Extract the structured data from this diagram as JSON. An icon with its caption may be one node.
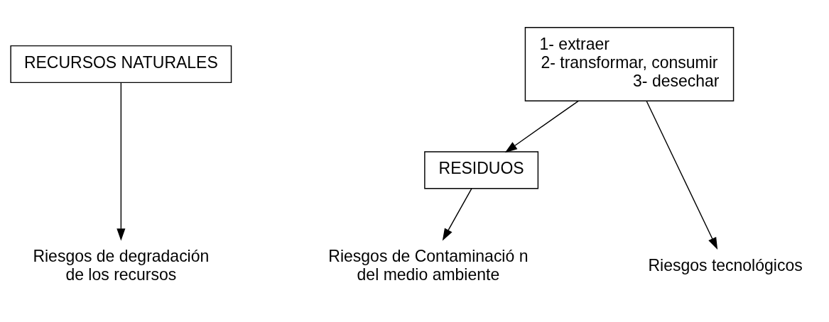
{
  "diagram": {
    "nodes": [
      {
        "text": [
          "RECURSOS NATURALES"
        ]
      },
      {
        "text": [
          "1- extraer",
          "2- transformar, consumir",
          "3- desechar"
        ]
      },
      {
        "text": [
          "RESIDUOS"
        ]
      },
      {
        "text": [
          "Riesgos de degradación de los recursos"
        ]
      },
      {
        "text": [
          "Riesgos tecnológicos"
        ]
      },
      {
        "text": [
          "Riesgos de Contaminació n del medio ambiente"
        ]
      }
    ],
    "edges": [
      {
        "from": 0,
        "to": 3,
        "arrow": "to"
      },
      {
        "from": 1,
        "to": 4,
        "arrow": "to"
      },
      {
        "from": 1,
        "to": 2,
        "arrow": "to"
      },
      {
        "from": 2,
        "to": 5,
        "arrow": "to"
      }
    ]
  }
}
